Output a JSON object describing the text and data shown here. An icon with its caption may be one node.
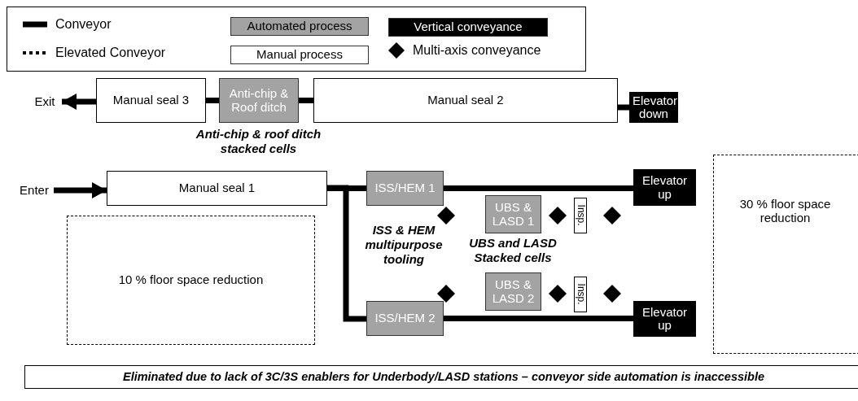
{
  "diagram": {
    "nodes": [
      {
        "text": [
          "Exit"
        ]
      },
      {
        "text": [
          "Manual seal 3"
        ]
      },
      {
        "text": [
          "Anti-chip & Roof ditch"
        ],
        "beside": [
          "Anti-chip & roof ditch stacked cells"
        ]
      },
      {
        "text": [
          "Manual seal 2"
        ]
      },
      {
        "text": [
          "Elevator down"
        ]
      },
      {
        "text": [
          "Enter"
        ]
      },
      {
        "text": [
          "Manual seal 1"
        ]
      },
      {
        "text": [
          "ISS/HEM 1"
        ]
      },
      {
        "text": [
          "ISS/HEM 2"
        ]
      },
      {
        "text": [
          "Elevator up"
        ]
      },
      {
        "text": [
          "UBS & LASD 1"
        ]
      },
      {
        "text": [
          "Insp."
        ]
      },
      {
        "text": [
          "UBS & LASD 2"
        ]
      },
      {
        "text": [
          "Insp."
        ]
      },
      {
        "text": [
          "Elevator up"
        ]
      },
      {
        "text": [
          "10 % floor space reduction"
        ]
      },
      {
        "text": [
          "30 % floor space reduction"
        ]
      },
      {
        "text": [
          "Eliminated due to lack of 3C/3S enablers for Underbody/LASD stations – conveyor side automation is inaccessible"
        ]
      }
    ],
    "edges": [
      {
        "from": 1,
        "to": 0,
        "arrow": "to"
      },
      {
        "from": 2,
        "to": 1,
        "arrow": "none"
      },
      {
        "from": 3,
        "to": 2,
        "arrow": "none"
      },
      {
        "from": 4,
        "to": 3,
        "arrow": "none"
      },
      {
        "from": 5,
        "to": 6,
        "arrow": "to"
      },
      {
        "from": 6,
        "to": 7,
        "arrow": "none"
      },
      {
        "from": 6,
        "to": 8,
        "arrow": "none"
      },
      {
        "from": 7,
        "to": 9,
        "arrow": "none"
      },
      {
        "from": 8,
        "to": 14,
        "arrow": "none"
      }
    ],
    "labels": [
      "ISS & HEM multipurpose tooling",
      "UBS and LASD Stacked cells"
    ],
    "legend": [
      {
        "text": "Conveyor"
      },
      {
        "text": "Elevated Conveyor"
      },
      {
        "text": "Automated process",
        "color": "#a3a3a3"
      },
      {
        "text": "Manual process",
        "color": "#ffffff"
      },
      {
        "text": "Vertical conveyance",
        "color": "#000000"
      },
      {
        "text": "Multi-axis conveyance"
      }
    ]
  }
}
